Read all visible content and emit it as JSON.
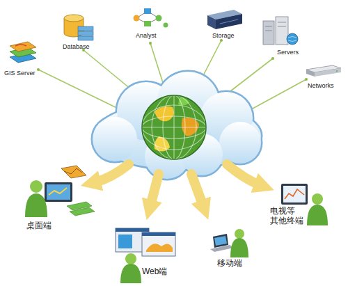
{
  "diagram": {
    "labels": [
      "GIS Server",
      "Database",
      "Analyst",
      "Storage",
      "Servers",
      "Networks",
      "桌面端",
      "Web端",
      "移动端",
      "电视等 其他终端"
    ]
  }
}
